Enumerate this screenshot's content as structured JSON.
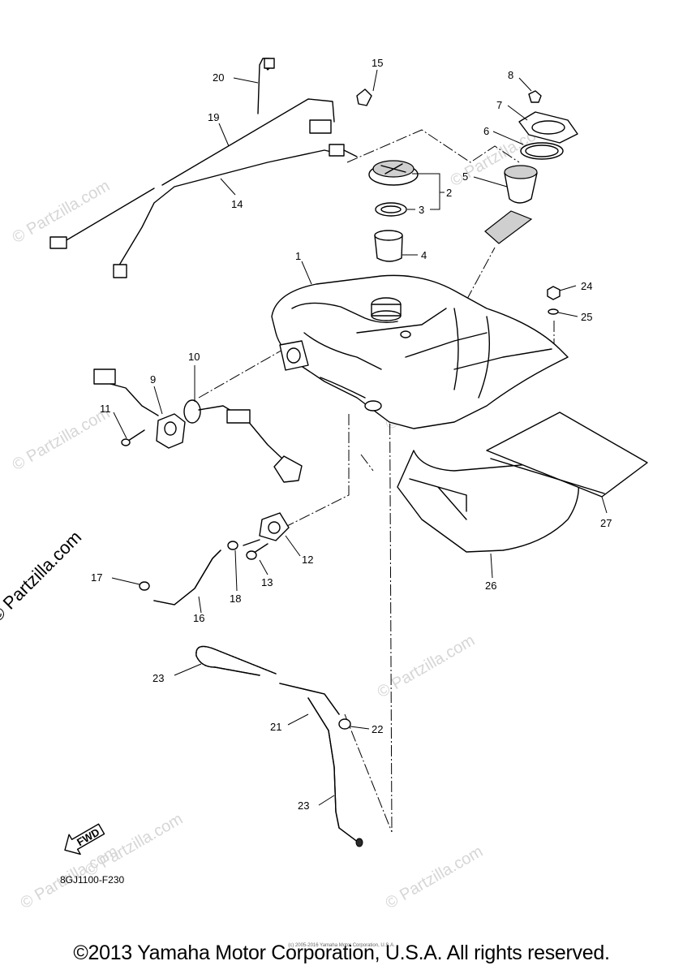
{
  "callouts": {
    "c1": "1",
    "c2": "2",
    "c3": "3",
    "c4": "4",
    "c5": "5",
    "c6": "6",
    "c7": "7",
    "c8": "8",
    "c9": "9",
    "c10": "10",
    "c11": "11",
    "c12": "12",
    "c13": "13",
    "c14": "14",
    "c15": "15",
    "c16": "16",
    "c17": "17",
    "c18": "18",
    "c19": "19",
    "c20": "20",
    "c21": "21",
    "c22": "22",
    "c23a": "23",
    "c23b": "23",
    "c24": "24",
    "c25": "25",
    "c26": "26",
    "c27": "27"
  },
  "fwd_label": "FWD",
  "diagram_code": "8GJ1100-F230",
  "watermark_text": "© Partzilla.com",
  "logo_text": "© Partzilla.com",
  "tiny_copyright": "(c) 2005-2016 Yamaha Motor Corporation, U.S.A.",
  "copyright": "©2013 Yamaha Motor Corporation, U.S.A. All rights reserved."
}
